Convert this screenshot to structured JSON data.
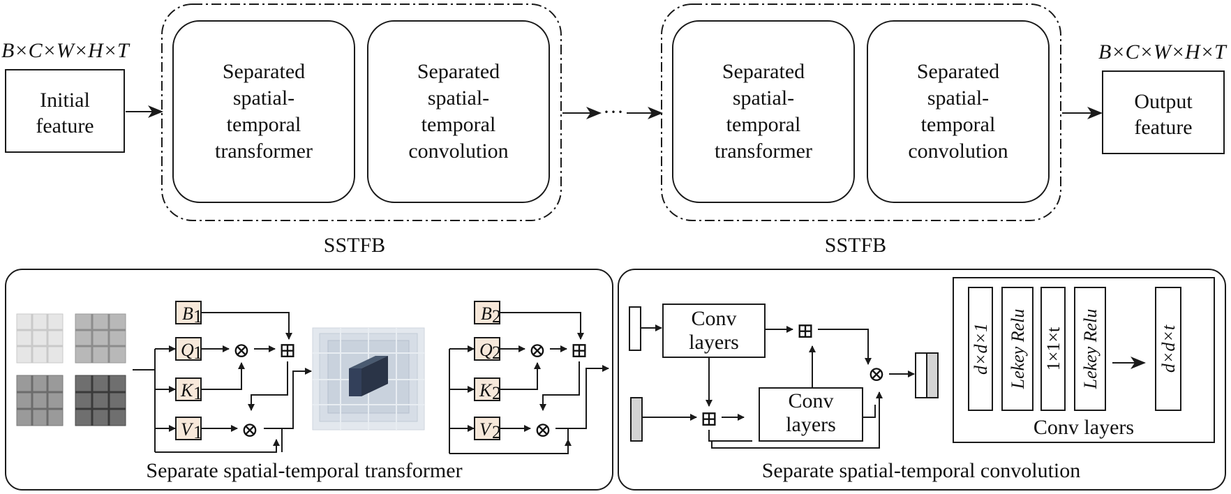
{
  "top": {
    "input_dims": "B×C×W×H×T",
    "output_dims": "B×C×W×H×T",
    "initial_feature": [
      "Initial",
      "feature"
    ],
    "output_feature": [
      "Output",
      "feature"
    ],
    "sst_transformer": [
      "Separated",
      "spatial-",
      "temporal",
      "transformer"
    ],
    "sst_convolution": [
      "Separated",
      "spatial-",
      "temporal",
      "convolution"
    ],
    "block_label": "SSTFB",
    "ellipsis": "···"
  },
  "transformer_panel": {
    "caption": "Separate spatial-temporal transformer",
    "stage1": {
      "b": "B",
      "q": "Q",
      "k": "K",
      "v": "V",
      "sub": "1"
    },
    "stage2": {
      "b": "B",
      "q": "Q",
      "k": "K",
      "v": "V",
      "sub": "2"
    },
    "multiply_symbol": "⊗",
    "add_symbol": "⊞"
  },
  "convolution_panel": {
    "caption": "Separate spatial-temporal convolution",
    "conv_layers_1": [
      "Conv",
      "layers"
    ],
    "conv_layers_2": [
      "Conv",
      "layers"
    ],
    "detail_caption": "Conv layers",
    "detail_layers": [
      "d×d×1",
      "Lekey Relu",
      "1×1×t",
      "Lekey Relu",
      "d×d×t"
    ]
  }
}
